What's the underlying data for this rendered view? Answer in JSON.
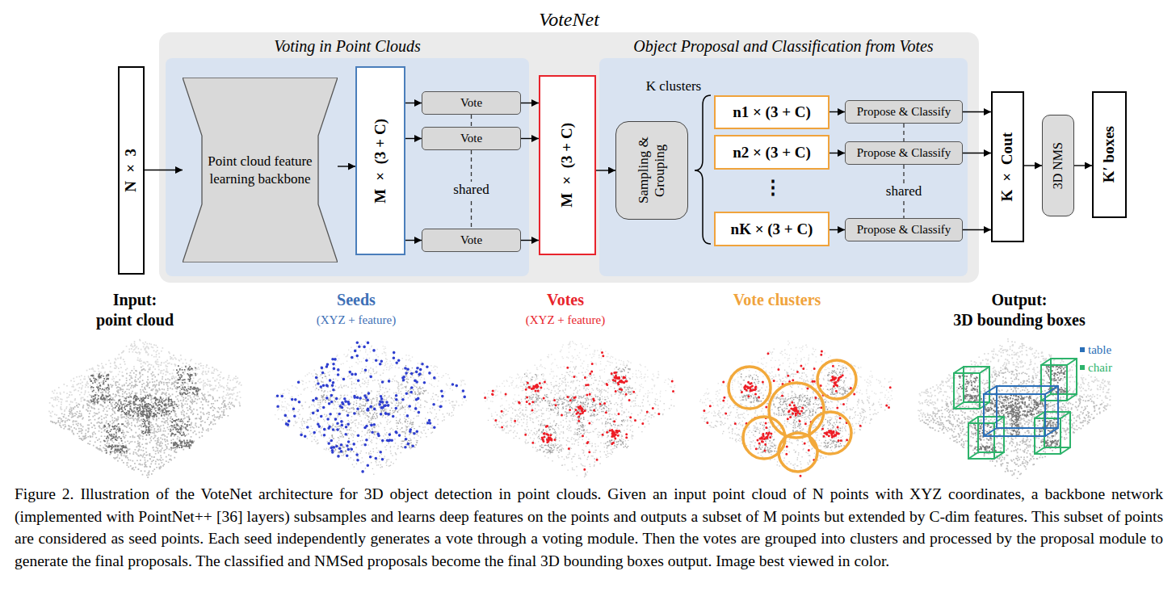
{
  "diagram": {
    "caption": "Figure 2. Illustration of the VoteNet architecture for 3D object detection in point clouds. Given an input point cloud of N points with XYZ coordinates, a backbone network (implemented with PointNet++ [36] layers) subsamples and learns deep features on the points and outputs a subset of M points but extended by C-dim features. This subset of points are considered as seed points. Each seed independently generates a vote through a voting module. Then the votes are grouped into clusters and processed by the proposal module to generate the final proposals. The classified and NMSed proposals become the final 3D bounding boxes output. Image best viewed in color.",
    "nodes": [
      {
        "text": [
          "N × 3"
        ]
      },
      {
        "text": [
          "VoteNet"
        ]
      },
      {
        "text": [
          "Voting in Point Clouds"
        ],
        "in": 1
      },
      {
        "text": [
          "Point cloud feature learning backbone"
        ],
        "in": 2
      },
      {
        "text": [
          "M × (3 + C)"
        ],
        "in": 2
      },
      {
        "text": [
          "Vote"
        ],
        "in": 2
      },
      {
        "text": [
          "Vote"
        ],
        "in": 2
      },
      {
        "text": [
          "Vote"
        ],
        "in": 2
      },
      {
        "text": [
          "M × (3 + C)"
        ],
        "in": 1
      },
      {
        "text": [
          "Object Proposal and Classification from Votes"
        ],
        "in": 1
      },
      {
        "text": [
          "Sampling & Grouping"
        ],
        "in": 9
      },
      {
        "text": [
          "n1 × (3 + C)"
        ],
        "in": 9
      },
      {
        "text": [
          "n2 × (3 + C)"
        ],
        "in": 9
      },
      {
        "text": [
          "nK × (3 + C)"
        ],
        "in": 9
      },
      {
        "text": [
          "Propose & Classify"
        ],
        "in": 9
      },
      {
        "text": [
          "Propose & Classify"
        ],
        "in": 9
      },
      {
        "text": [
          "Propose & Classify"
        ],
        "in": 9
      },
      {
        "text": [
          "K × Cout"
        ]
      },
      {
        "text": [
          "3D NMS"
        ]
      },
      {
        "text": [
          "K′ boxes"
        ]
      }
    ],
    "edges": [
      {
        "from": 0,
        "to": 3,
        "arrow": "to"
      },
      {
        "from": 3,
        "to": 4,
        "arrow": "to"
      },
      {
        "from": 4,
        "to": 5,
        "arrow": "to"
      },
      {
        "from": 4,
        "to": 6,
        "arrow": "to"
      },
      {
        "from": 4,
        "to": 7,
        "arrow": "to"
      },
      {
        "from": 5,
        "to": 6,
        "arrow": "none"
      },
      {
        "from": 6,
        "to": 7,
        "label": "shared",
        "arrow": "none"
      },
      {
        "from": 5,
        "to": 8,
        "arrow": "to"
      },
      {
        "from": 6,
        "to": 8,
        "arrow": "to"
      },
      {
        "from": 7,
        "to": 8,
        "arrow": "to"
      },
      {
        "from": 8,
        "to": 10,
        "arrow": "to"
      },
      {
        "from": 11,
        "to": 14,
        "arrow": "to"
      },
      {
        "from": 12,
        "to": 15,
        "arrow": "to"
      },
      {
        "from": 13,
        "to": 16,
        "arrow": "to"
      },
      {
        "from": 14,
        "to": 15,
        "arrow": "none"
      },
      {
        "from": 15,
        "to": 16,
        "label": "shared",
        "arrow": "none"
      },
      {
        "from": 14,
        "to": 17,
        "arrow": "to"
      },
      {
        "from": 15,
        "to": 17,
        "arrow": "to"
      },
      {
        "from": 16,
        "to": 17,
        "arrow": "to"
      },
      {
        "from": 17,
        "to": 18,
        "arrow": "to"
      },
      {
        "from": 18,
        "to": 19,
        "arrow": "to"
      }
    ],
    "labels": [
      "K clusters",
      "⋮",
      "Input:",
      "point cloud",
      "Seeds",
      "(XYZ + feature)",
      "Votes",
      "(XYZ + feature)",
      "Vote clusters",
      "Output:",
      "3D bounding boxes"
    ],
    "legend": [
      {
        "text": "table",
        "color": "#2a6fb8"
      },
      {
        "text": "chair",
        "color": "#2db36b"
      }
    ]
  }
}
